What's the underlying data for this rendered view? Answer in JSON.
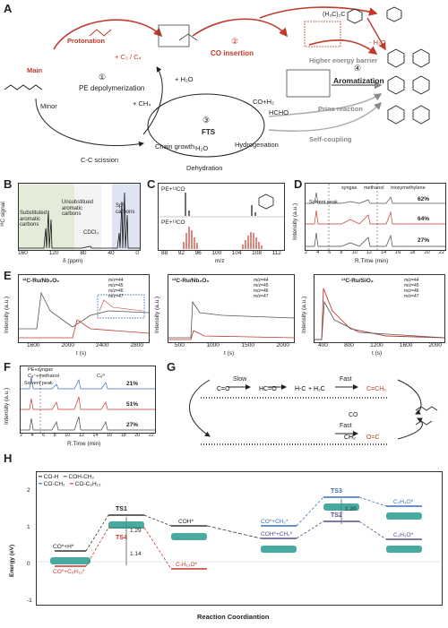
{
  "panels": {
    "A": {
      "label": "A",
      "protonation": "Protonation",
      "main": "Main",
      "minor": "Minor",
      "c3c4": "+ C₃ / C₄",
      "step1": "①",
      "pe_depoly": "PE depolymerization",
      "ch4": "+ CH₄",
      "cc_scission": "C-C scission",
      "step2": "②",
      "co_insertion": "CO insertion",
      "step3": "③",
      "fts": "FTS",
      "h2o_a": "+ H₂O",
      "co_h2": "CO+H₂",
      "chain_growth": "Chain growth",
      "hydrogenation": "Hydrogenation",
      "h2o_b": "H₂O",
      "dehydration": "Dehydration",
      "step4": "④",
      "aromatization": "Aromatization",
      "higher_barrier": "Higher energy barrier",
      "minus_h2o": "- H₂O",
      "hcho": "HCHO",
      "prins": "Prins reaction",
      "self_coupling": "Self-coupling",
      "h3c2c": "(H₃C)₂C"
    },
    "B": {
      "label": "B",
      "ylabel": "¹³C signal",
      "xlabel": "δ (ppm)",
      "subst": "Substituted aromatic carbons",
      "unsubst": "Unsubstitued aromatic carbons",
      "sp3": "Sp³ carbons",
      "cdcl3": "CDCl₃",
      "xticks": [
        "160",
        "120",
        "80",
        "40",
        "0"
      ]
    },
    "C": {
      "label": "C",
      "xlabel": "m/z",
      "top": "PE+¹²CO",
      "bottom": "PE+¹³CO",
      "xticks": [
        "88",
        "92",
        "96",
        "100",
        "104",
        "108",
        "112"
      ]
    },
    "D": {
      "label": "D",
      "ylabel": "Intensity (a.u.)",
      "xlabel": "R.Time (min)",
      "legend": [
        "syngas",
        "methanol",
        "trioxymethylene"
      ],
      "solvent": "Solvent peak",
      "pcts": [
        "62%",
        "64%",
        "27%"
      ],
      "xticks": [
        "2",
        "4",
        "6",
        "8",
        "10",
        "12",
        "14",
        "16",
        "18",
        "20",
        "22"
      ]
    },
    "E": {
      "label": "E",
      "ylabel": "Intensity (a.u.)",
      "xlabel": "t (s)",
      "sub": [
        {
          "title": "¹²C-Ru/Nb₂O₅",
          "xticks": [
            "1600",
            "2000",
            "2400",
            "2800"
          ]
        },
        {
          "title": "¹³C-Ru/Nb₂O₅",
          "xticks": [
            "500",
            "1000",
            "1500",
            "2000"
          ]
        },
        {
          "title": "¹³C-Ru/SiO₂",
          "xticks": [
            "400",
            "800",
            "1200",
            "1600",
            "2000"
          ]
        }
      ],
      "legend": [
        "m/z=44",
        "m/z=45",
        "m/z=46",
        "m/z=47"
      ]
    },
    "F": {
      "label": "F",
      "ylabel": "Intensity (a.u.)",
      "xlabel": "R.Time (min)",
      "legend": [
        "PE+syngas",
        "C₈⁺+methanol",
        "C₈ᵒˡ"
      ],
      "solvent": "Solvent peak",
      "pcts": [
        "21%",
        "51%",
        "27%"
      ],
      "xticks": [
        "2",
        "4",
        "6",
        "8",
        "10",
        "12",
        "14",
        "16",
        "18",
        "20",
        "22"
      ]
    },
    "G": {
      "label": "G",
      "slow": "Slow",
      "fast1": "Fast",
      "fast2": "Fast",
      "co": "CO"
    },
    "H": {
      "label": "H",
      "ylabel": "Energy (eV)",
      "xlabel": "Reaction Coordiantion",
      "legend": [
        "CO-H",
        "COH-CH₂",
        "CO-CH₂",
        "CO-C₆H₁₃"
      ],
      "yticks": [
        "2",
        "1",
        "0",
        "-1"
      ],
      "states": {
        "ts1": "TS1",
        "ts2": "TS2",
        "ts3": "TS3",
        "ts4": "TS4",
        "coh": "COH*",
        "c7h13o": "C₇H₁₃O*",
        "c2h3o_a": "C₂H₃O*",
        "c2h3o_b": "C₂H₃O*",
        "cohch2": "COH*+CH₂*",
        "coch2": "CO*+CH₂*",
        "coh_start": "CO*+H*",
        "coc6": "CO*+C₆H₁₃*",
        "v129": "1.29",
        "v114": "1.14",
        "v120": "1.20"
      }
    }
  },
  "colors": {
    "red": "#c0392b",
    "purple": "#5b4a8a",
    "blue": "#3a6fb0",
    "gray": "#555555",
    "green": "#3a8f6a",
    "teal": "#2a9d8f"
  }
}
